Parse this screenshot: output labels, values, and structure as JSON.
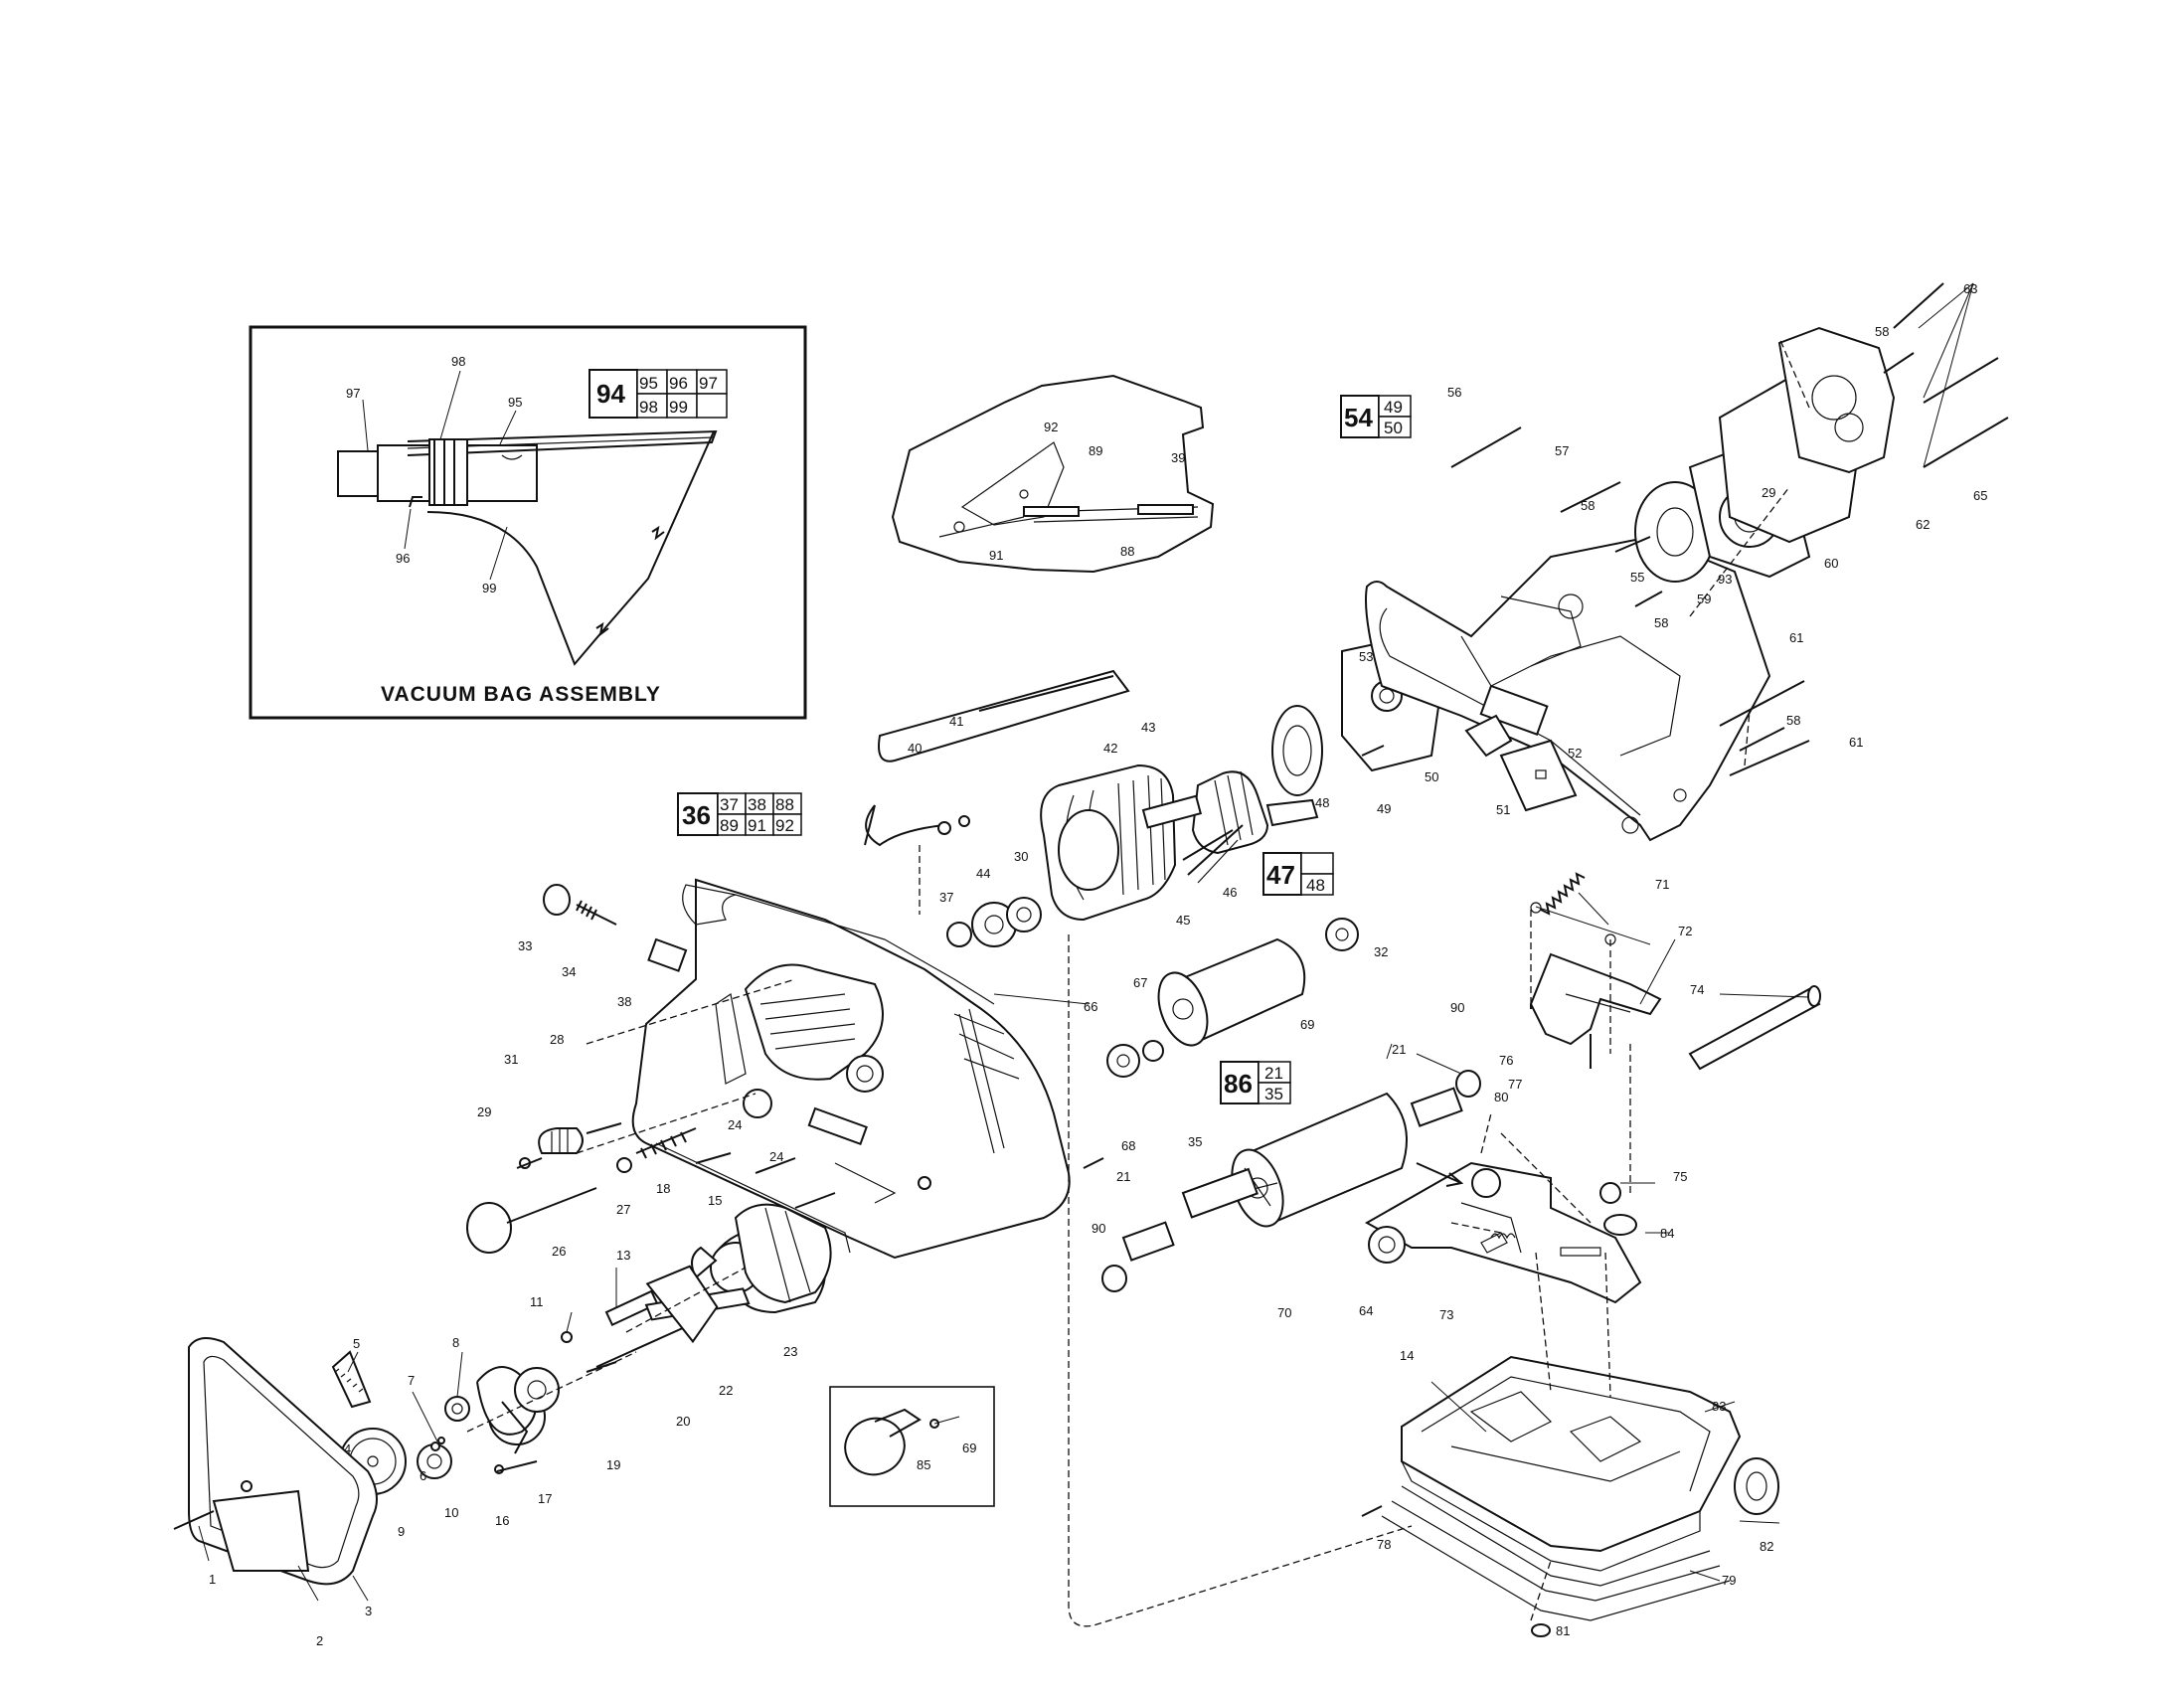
{
  "inset": {
    "title": "VACUUM BAG ASSEMBLY",
    "labels": [
      "97",
      "98",
      "95",
      "96",
      "99"
    ],
    "kit": {
      "main": "94",
      "parts": [
        "95",
        "96",
        "97",
        "98",
        "99",
        ""
      ]
    }
  },
  "kits": [
    {
      "main": "36",
      "parts": [
        "37",
        "38",
        "88",
        "89",
        "91",
        "92"
      ]
    },
    {
      "main": "54",
      "parts": [
        "49",
        "50"
      ]
    },
    {
      "main": "47",
      "parts": [
        "",
        "48"
      ]
    },
    {
      "main": "86",
      "parts": [
        "21",
        "35"
      ]
    }
  ],
  "parts": [
    "1",
    "2",
    "3",
    "4",
    "5",
    "6",
    "7",
    "8",
    "9",
    "10",
    "11",
    "13",
    "14",
    "15",
    "16",
    "17",
    "18",
    "19",
    "20",
    "21",
    "21",
    "22",
    "23",
    "24",
    "24",
    "26",
    "27",
    "28",
    "29",
    "29",
    "30",
    "31",
    "32",
    "33",
    "34",
    "35",
    "37",
    "38",
    "39",
    "40",
    "41",
    "42",
    "43",
    "44",
    "45",
    "46",
    "48",
    "49",
    "50",
    "51",
    "52",
    "53",
    "55",
    "56",
    "57",
    "58",
    "58",
    "58",
    "58",
    "59",
    "60",
    "61",
    "61",
    "62",
    "63",
    "64",
    "65",
    "66",
    "67",
    "68",
    "69",
    "69",
    "70",
    "71",
    "72",
    "73",
    "74",
    "75",
    "76",
    "77",
    "78",
    "79",
    "80",
    "81",
    "82",
    "83",
    "84",
    "85",
    "88",
    "89",
    "90",
    "90",
    "91",
    "92",
    "93"
  ],
  "icons": {
    "exploded_view": "belt-sander-exploded-view",
    "break_mark": "wire-break-icon",
    "direction_arrow": "arrow-icon"
  }
}
